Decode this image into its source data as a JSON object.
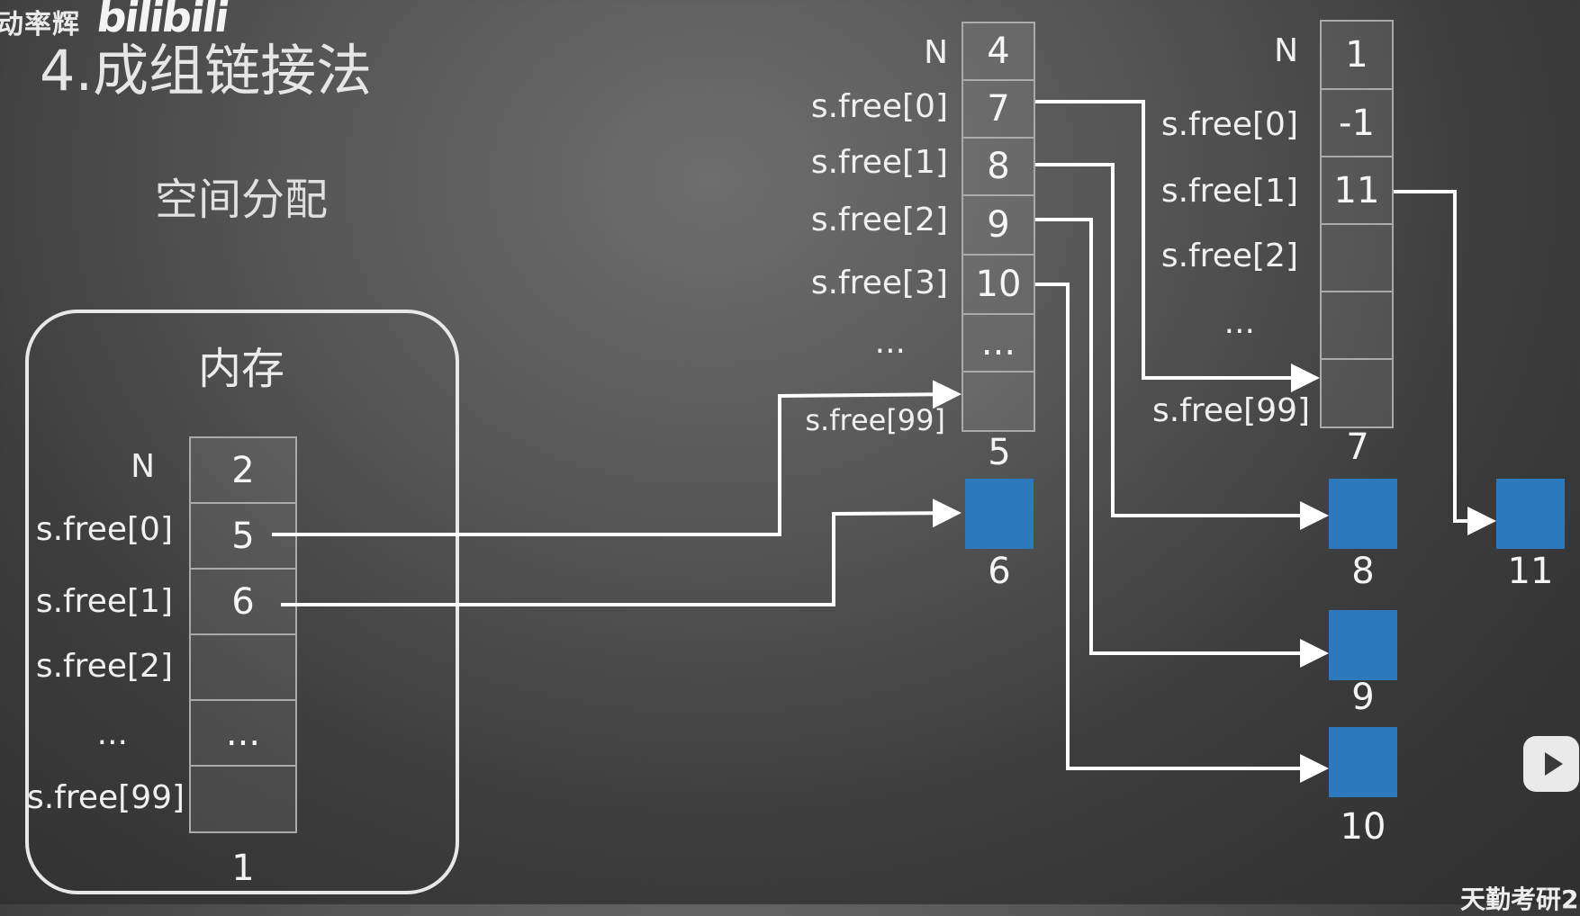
{
  "watermark": {
    "text": "动率辉",
    "logo": "bilibili"
  },
  "title": "4.成组链接法",
  "subtitle": "空间分配",
  "memory": {
    "title": "内存",
    "labels": [
      "N",
      "s.free[0]",
      "s.free[1]",
      "s.free[2]",
      "...",
      "s.free[99]"
    ],
    "cells": [
      "2",
      "5",
      "6",
      "",
      "...",
      ""
    ],
    "block_number": "1"
  },
  "group_block_5": {
    "labels": [
      "N",
      "s.free[0]",
      "s.free[1]",
      "s.free[2]",
      "s.free[3]",
      "...",
      "s.free[99]"
    ],
    "cells": [
      "4",
      "7",
      "8",
      "9",
      "10",
      "...",
      ""
    ],
    "block_number": "5"
  },
  "group_block_7": {
    "labels": [
      "N",
      "s.free[0]",
      "s.free[1]",
      "s.free[2]",
      "...",
      "s.free[99]"
    ],
    "cells": [
      "1",
      "-1",
      "11",
      "",
      "",
      ""
    ],
    "block_number": "7"
  },
  "free_blocks": [
    "6",
    "8",
    "9",
    "10",
    "11"
  ],
  "colors": {
    "block": "#2d79be",
    "arrow": "#ffffff",
    "background": "#4a4a4a"
  },
  "footer": "天勤考研2"
}
